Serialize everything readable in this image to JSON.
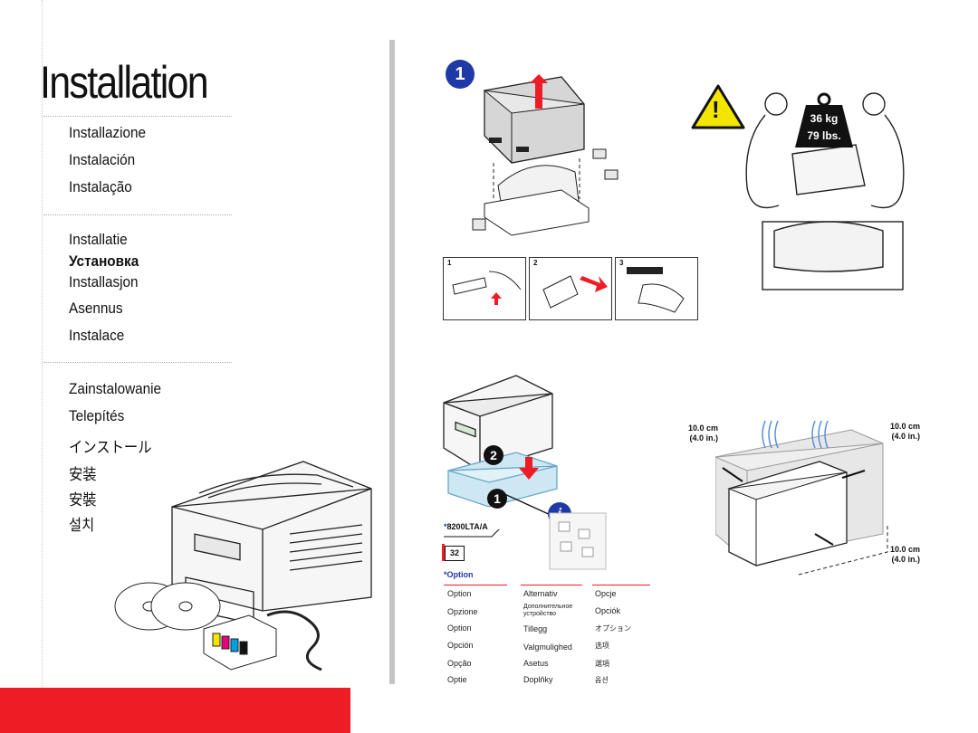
{
  "title": "Installation",
  "languages_group1": [
    "Installazione",
    "Instalación",
    "Instalação"
  ],
  "languages_group2": [
    "Installatie",
    "Установка",
    "Installasjon",
    "Asennus",
    "Instalace"
  ],
  "languages_group3": [
    "Zainstalowanie",
    "Telepítés",
    "インストール",
    "安装",
    "安裝",
    "설치"
  ],
  "step_badges": {
    "unbox": "1",
    "tray_top": "2",
    "tray_bottom": "1",
    "info": "i"
  },
  "warning": {
    "symbol": "!",
    "weight_kg": "36 kg",
    "weight_lbs": "79 lbs."
  },
  "substeps": [
    "1",
    "2",
    "3"
  ],
  "tray_model": "8200LTA/A",
  "page_ref": "32",
  "option_header": "Option",
  "option_col1": [
    "Option",
    "Opzione",
    "Option",
    "Opción",
    "Opção",
    "Optie"
  ],
  "option_col2": [
    "Alternativ",
    "Дополнительное устройство",
    "Tillegg",
    "Valgmulighed",
    "Asetus",
    "Doplňky"
  ],
  "option_col3": [
    "Opcje",
    "Opciók",
    "オプション",
    "选项",
    "選項",
    "옵션"
  ],
  "clearance": {
    "top_left_cm": "10.0 cm",
    "top_left_in": "(4.0 in.)",
    "top_right_cm": "10.0 cm",
    "top_right_in": "(4.0 in.)",
    "bottom_right_cm": "10.0 cm",
    "bottom_right_in": "(4.0 in.)"
  },
  "colors": {
    "accent_red": "#ee1c25",
    "step_blue": "#1e3aa6",
    "warning_yellow": "#f2e600"
  }
}
